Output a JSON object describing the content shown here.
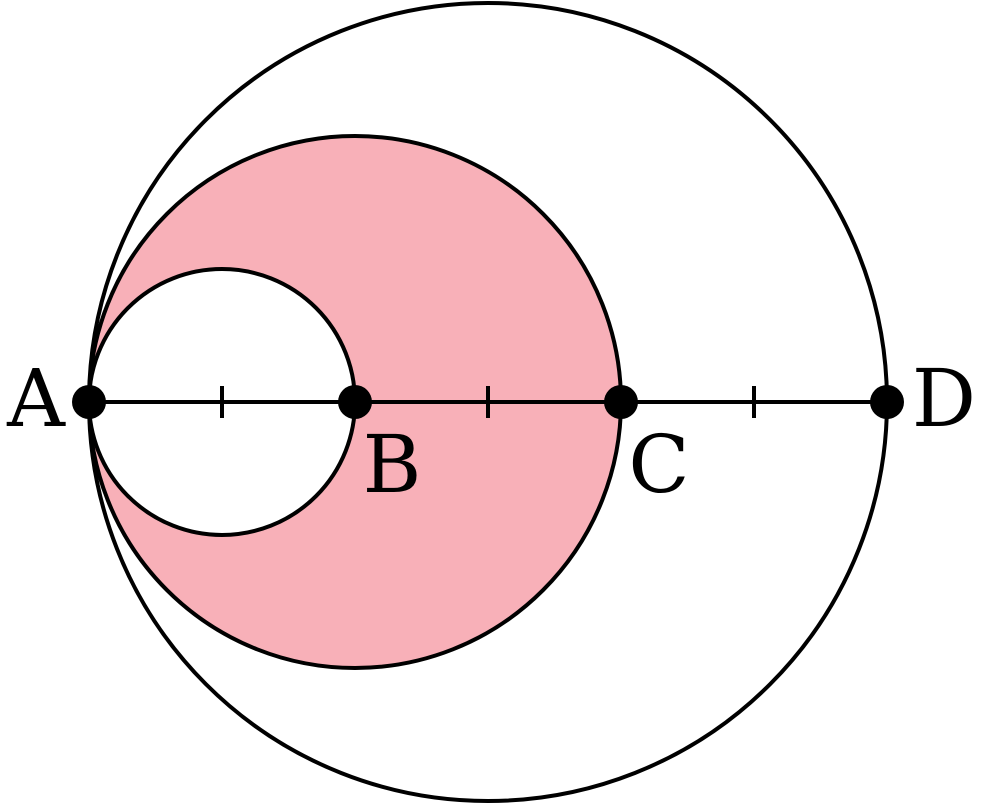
{
  "diagram": {
    "colors": {
      "shaded_region": "#f8b0b8",
      "stroke": "#000000",
      "background": "#ffffff"
    },
    "points": {
      "a": {
        "label": "A"
      },
      "b": {
        "label": "B"
      },
      "c": {
        "label": "C"
      },
      "d": {
        "label": "D"
      }
    }
  }
}
